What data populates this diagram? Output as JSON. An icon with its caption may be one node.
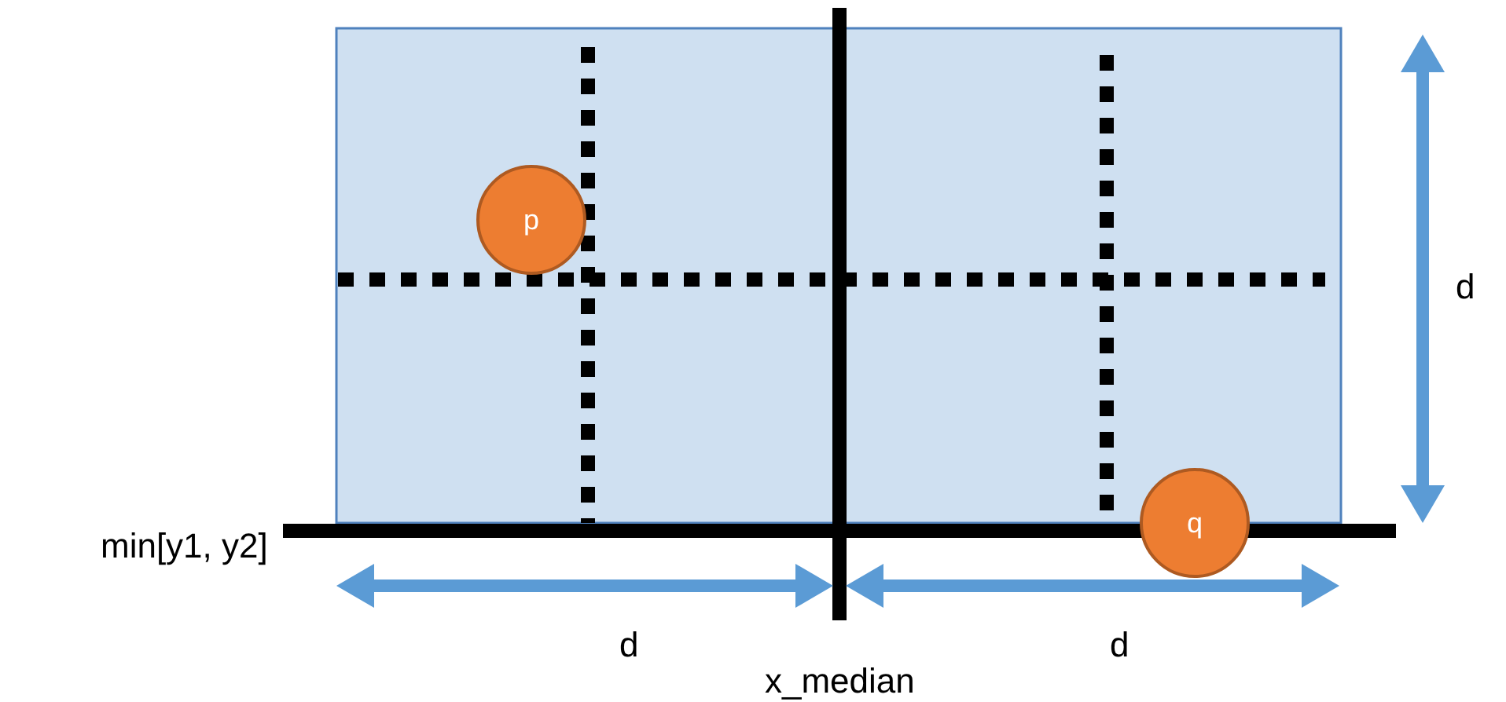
{
  "diagram": {
    "nodes": [
      {
        "text": [
          "p"
        ]
      },
      {
        "text": [
          "q"
        ]
      }
    ],
    "labels": [
      "d",
      "min[y1, y2]",
      "d",
      "d",
      "x_median"
    ]
  }
}
